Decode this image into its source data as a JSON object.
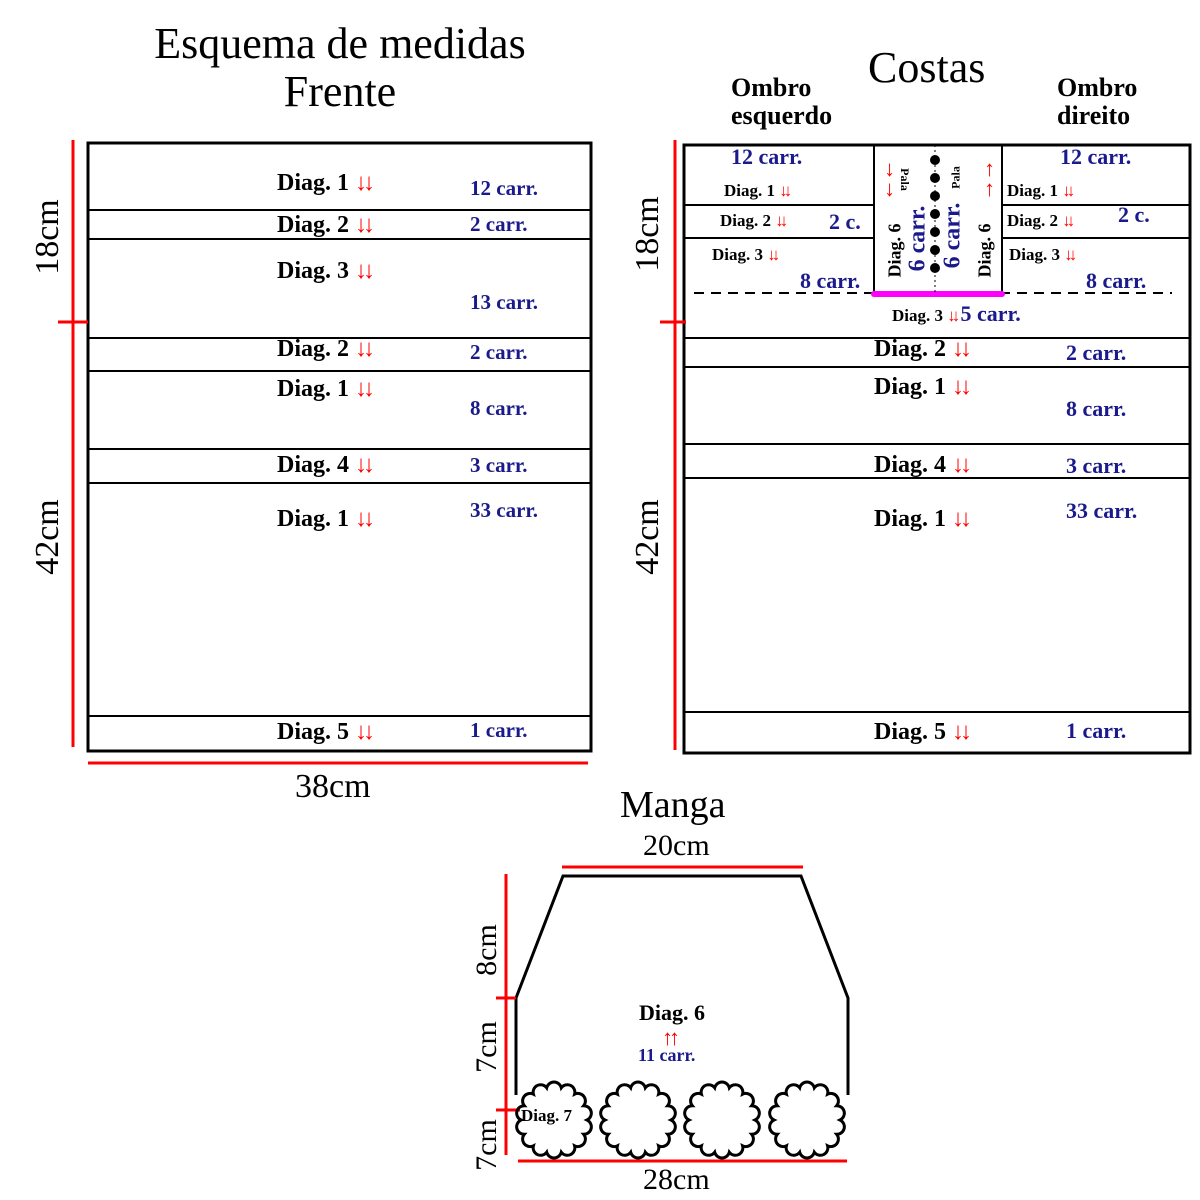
{
  "frente": {
    "title_line1": "Esquema de medidas",
    "title_line2": "Frente",
    "height_top": "18cm",
    "height_bottom": "42cm",
    "width": "38cm",
    "rows": [
      {
        "label": "Diag. 1",
        "arrows": "↓↓",
        "count": "12 carr."
      },
      {
        "label": "Diag. 2",
        "arrows": "↓↓",
        "count": "2 carr."
      },
      {
        "label": "Diag. 3",
        "arrows": "↓↓",
        "count": "13 carr."
      },
      {
        "label": "Diag. 2",
        "arrows": "↓↓",
        "count": "2 carr."
      },
      {
        "label": "Diag. 1",
        "arrows": "↓↓",
        "count": "8 carr."
      },
      {
        "label": "Diag. 4",
        "arrows": "↓↓",
        "count": "3 carr."
      },
      {
        "label": "Diag. 1",
        "arrows": "↓↓",
        "count": "33 carr."
      },
      {
        "label": "Diag. 5",
        "arrows": "↓↓",
        "count": "1 carr."
      }
    ]
  },
  "costas": {
    "title": "Costas",
    "left_shoulder": {
      "line1": "Ombro",
      "line2": "esquerdo"
    },
    "right_shoulder": {
      "line1": "Ombro",
      "line2": "direito"
    },
    "height_top": "18cm",
    "height_bottom": "42cm",
    "left_rows": [
      {
        "label": "Diag. 1",
        "arrows": "↓↓",
        "count": "12 carr."
      },
      {
        "label": "Diag. 2",
        "arrows": "↓↓",
        "count": "2 c."
      },
      {
        "label": "Diag. 3",
        "arrows": "↓↓",
        "count": "8 carr."
      }
    ],
    "right_rows": [
      {
        "label": "Diag. 1",
        "arrows": "↓↓",
        "count": "12 carr."
      },
      {
        "label": "Diag. 2",
        "arrows": "↓↓",
        "count": "2 c."
      },
      {
        "label": "Diag. 3",
        "arrows": "↓↓",
        "count": "8 carr."
      }
    ],
    "pala": {
      "left_label": "Diag. 6",
      "left_count": "6 carr.",
      "left_pala": "Pala",
      "left_arrows": "→→",
      "right_label": "Diag. 6",
      "right_count": "6 carr.",
      "right_pala": "Pala",
      "right_arrows": "←←",
      "pala_color": "#ff00ff"
    },
    "neck_row": {
      "label": "Diag. 3",
      "arrows": "↓↓",
      "count": "5 carr."
    },
    "rows": [
      {
        "label": "Diag. 2",
        "arrows": "↓↓",
        "count": "2 carr."
      },
      {
        "label": "Diag. 1",
        "arrows": "↓↓",
        "count": "8 carr."
      },
      {
        "label": "Diag. 4",
        "arrows": "↓↓",
        "count": "3 carr."
      },
      {
        "label": "Diag. 1",
        "arrows": "↓↓",
        "count": "33 carr."
      },
      {
        "label": "Diag. 5",
        "arrows": "↓↓",
        "count": "1 carr."
      }
    ]
  },
  "manga": {
    "title": "Manga",
    "top_width": "20cm",
    "bottom_width": "28cm",
    "h1": "8cm",
    "h2": "7cm",
    "h3": "7cm",
    "label": "Diag. 6",
    "arrows": "↑↑",
    "count": "11 carr.",
    "flower_label": "Diag. 7"
  },
  "colors": {
    "dimension": "#ff0000",
    "count": "#1a1a8c",
    "arrow": "#ff0000"
  }
}
